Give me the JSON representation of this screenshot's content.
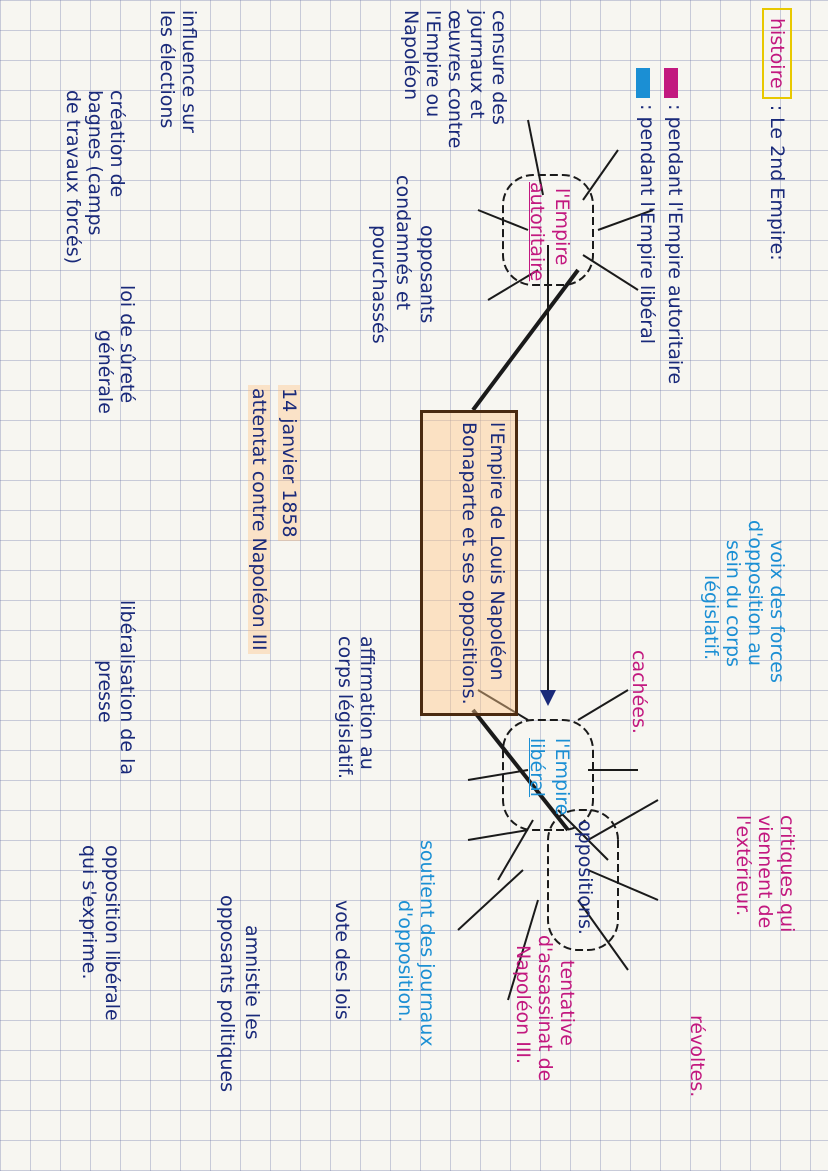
{
  "title": {
    "subject": "histoire",
    "topic": ": Le 2nd Empire:"
  },
  "legend": [
    {
      "label": ": pendant l'Empire autoritaire",
      "color": "#c2187f"
    },
    {
      "label": ": pendant l'Empire libéral",
      "color": "#1b8fd4"
    }
  ],
  "center": {
    "line1": "l'Empire de Louis Napoléon",
    "line2": "Bonaparte et ses oppositions."
  },
  "nodes": {
    "autoritaire": {
      "line1": "l'Empire",
      "line2": "autoritaire"
    },
    "liberal": {
      "line1": "l'Empire",
      "line2": "libéral"
    },
    "oppositions": {
      "label": "oppositions."
    }
  },
  "autoritaire_branches": {
    "censure": [
      "censure des",
      "journaux et",
      "œuvres contre",
      "l'Empire ou",
      "Napoléon"
    ],
    "influence": [
      "influence sur",
      "les élections"
    ],
    "creation": [
      "création de",
      "bagnes (camps",
      "de travaux forcés)"
    ],
    "loi": [
      "loi de sûreté",
      "générale"
    ],
    "opposants": [
      "opposants",
      "condamnés et",
      "pourchassés"
    ]
  },
  "timeline": {
    "date": "14 janvier 1858",
    "event": "attentat contre Napoléon III"
  },
  "liberal_branches": {
    "affirmation": [
      "affirmation au",
      "corps législatif."
    ],
    "liberalisation": [
      "libéralisation de la",
      "presse"
    ],
    "lois": "vote des lois",
    "amnistie": [
      "amnistie les",
      "opposants politiques"
    ],
    "opposition": [
      "opposition libérale",
      "qui s'exprime."
    ]
  },
  "oppositions_branches": {
    "forces": [
      "voix des forces",
      "d'opposition au",
      "sein du corps",
      "législatif."
    ],
    "cachees": "cachées.",
    "critiques": [
      "critiques qui",
      "viennent de",
      "l'extérieur."
    ],
    "revoltes": "révoltes.",
    "tentative": [
      "tentative",
      "d'assassinat de",
      "Napoléon III."
    ],
    "journaux": [
      "soutient des journaux",
      "d'opposition."
    ]
  }
}
